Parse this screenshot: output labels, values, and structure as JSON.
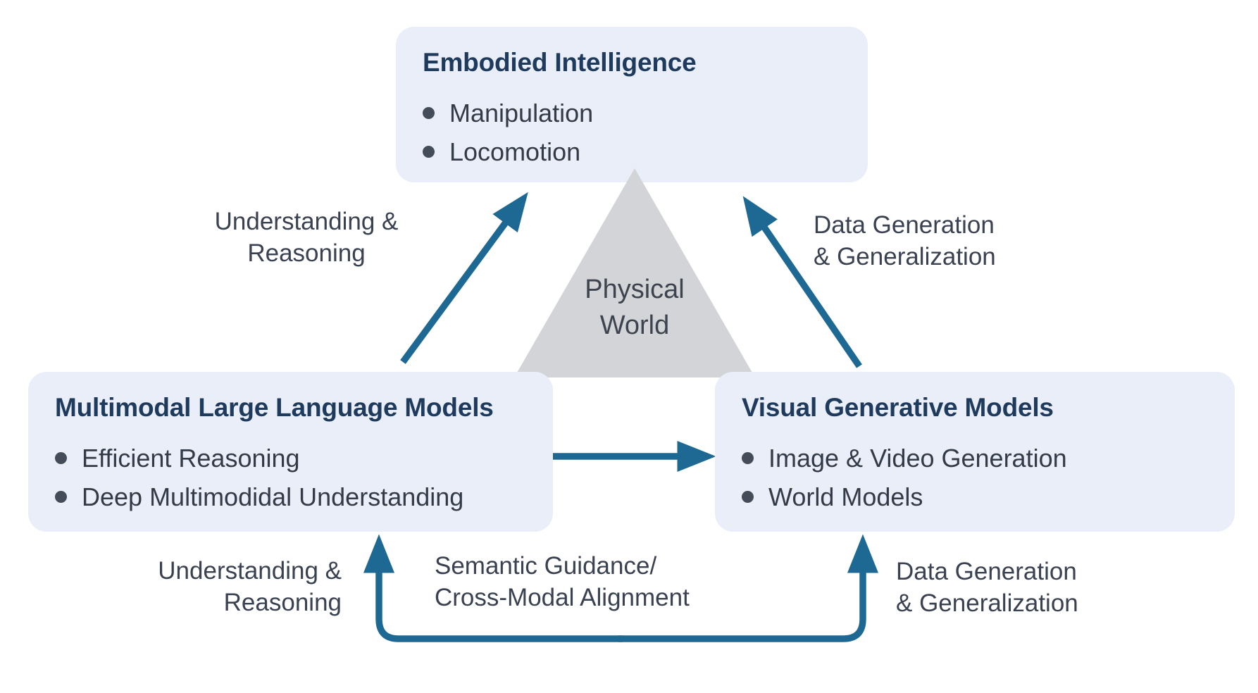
{
  "nodes": {
    "embodied_intelligence": {
      "title": "Embodied Intelligence",
      "bullets": [
        "Manipulation",
        "Locomotion"
      ]
    },
    "multimodal_llm": {
      "title": "Multimodal Large Language Models",
      "bullets": [
        "Efficient Reasoning",
        "Deep Multimodidal Understanding"
      ]
    },
    "visual_generative": {
      "title": "Visual Generative Models",
      "bullets": [
        "Image & Video Generation",
        "World Models"
      ]
    },
    "physical_world": {
      "line1": "Physical",
      "line2": "World"
    }
  },
  "edge_labels": {
    "upper_left": {
      "line1": "Understanding &",
      "line2": "Reasoning"
    },
    "upper_right": {
      "line1": "Data Generation",
      "line2": "& Generalization"
    },
    "lower_left": {
      "line1": "Understanding &",
      "line2": "Reasoning"
    },
    "lower_center": {
      "line1": "Semantic Guidance/",
      "line2": "Cross-Modal Alignment"
    },
    "lower_right": {
      "line1": "Data Generation",
      "line2": "& Generalization"
    }
  },
  "edges": [
    {
      "from": "multimodal_llm",
      "to": "embodied_intelligence",
      "label": "Understanding & Reasoning"
    },
    {
      "from": "visual_generative",
      "to": "embodied_intelligence",
      "label": "Data Generation & Generalization"
    },
    {
      "from": "multimodal_llm",
      "to": "visual_generative",
      "label": "Semantic Guidance/Cross-Modal Alignment"
    },
    {
      "from": "bottom_connector",
      "to": "multimodal_llm",
      "label": "Understanding & Reasoning"
    },
    {
      "from": "bottom_connector",
      "to": "visual_generative",
      "label": "Data Generation & Generalization"
    }
  ],
  "colors": {
    "arrow": "#1e6994",
    "box_bg": "#e9eef8",
    "triangle": "#d3d4d7",
    "title": "#1e3a5c",
    "body": "#333b49",
    "label": "#3a4150",
    "dot": "#454c59",
    "physical": "#3d434f",
    "page_bg": "#ffffff"
  }
}
